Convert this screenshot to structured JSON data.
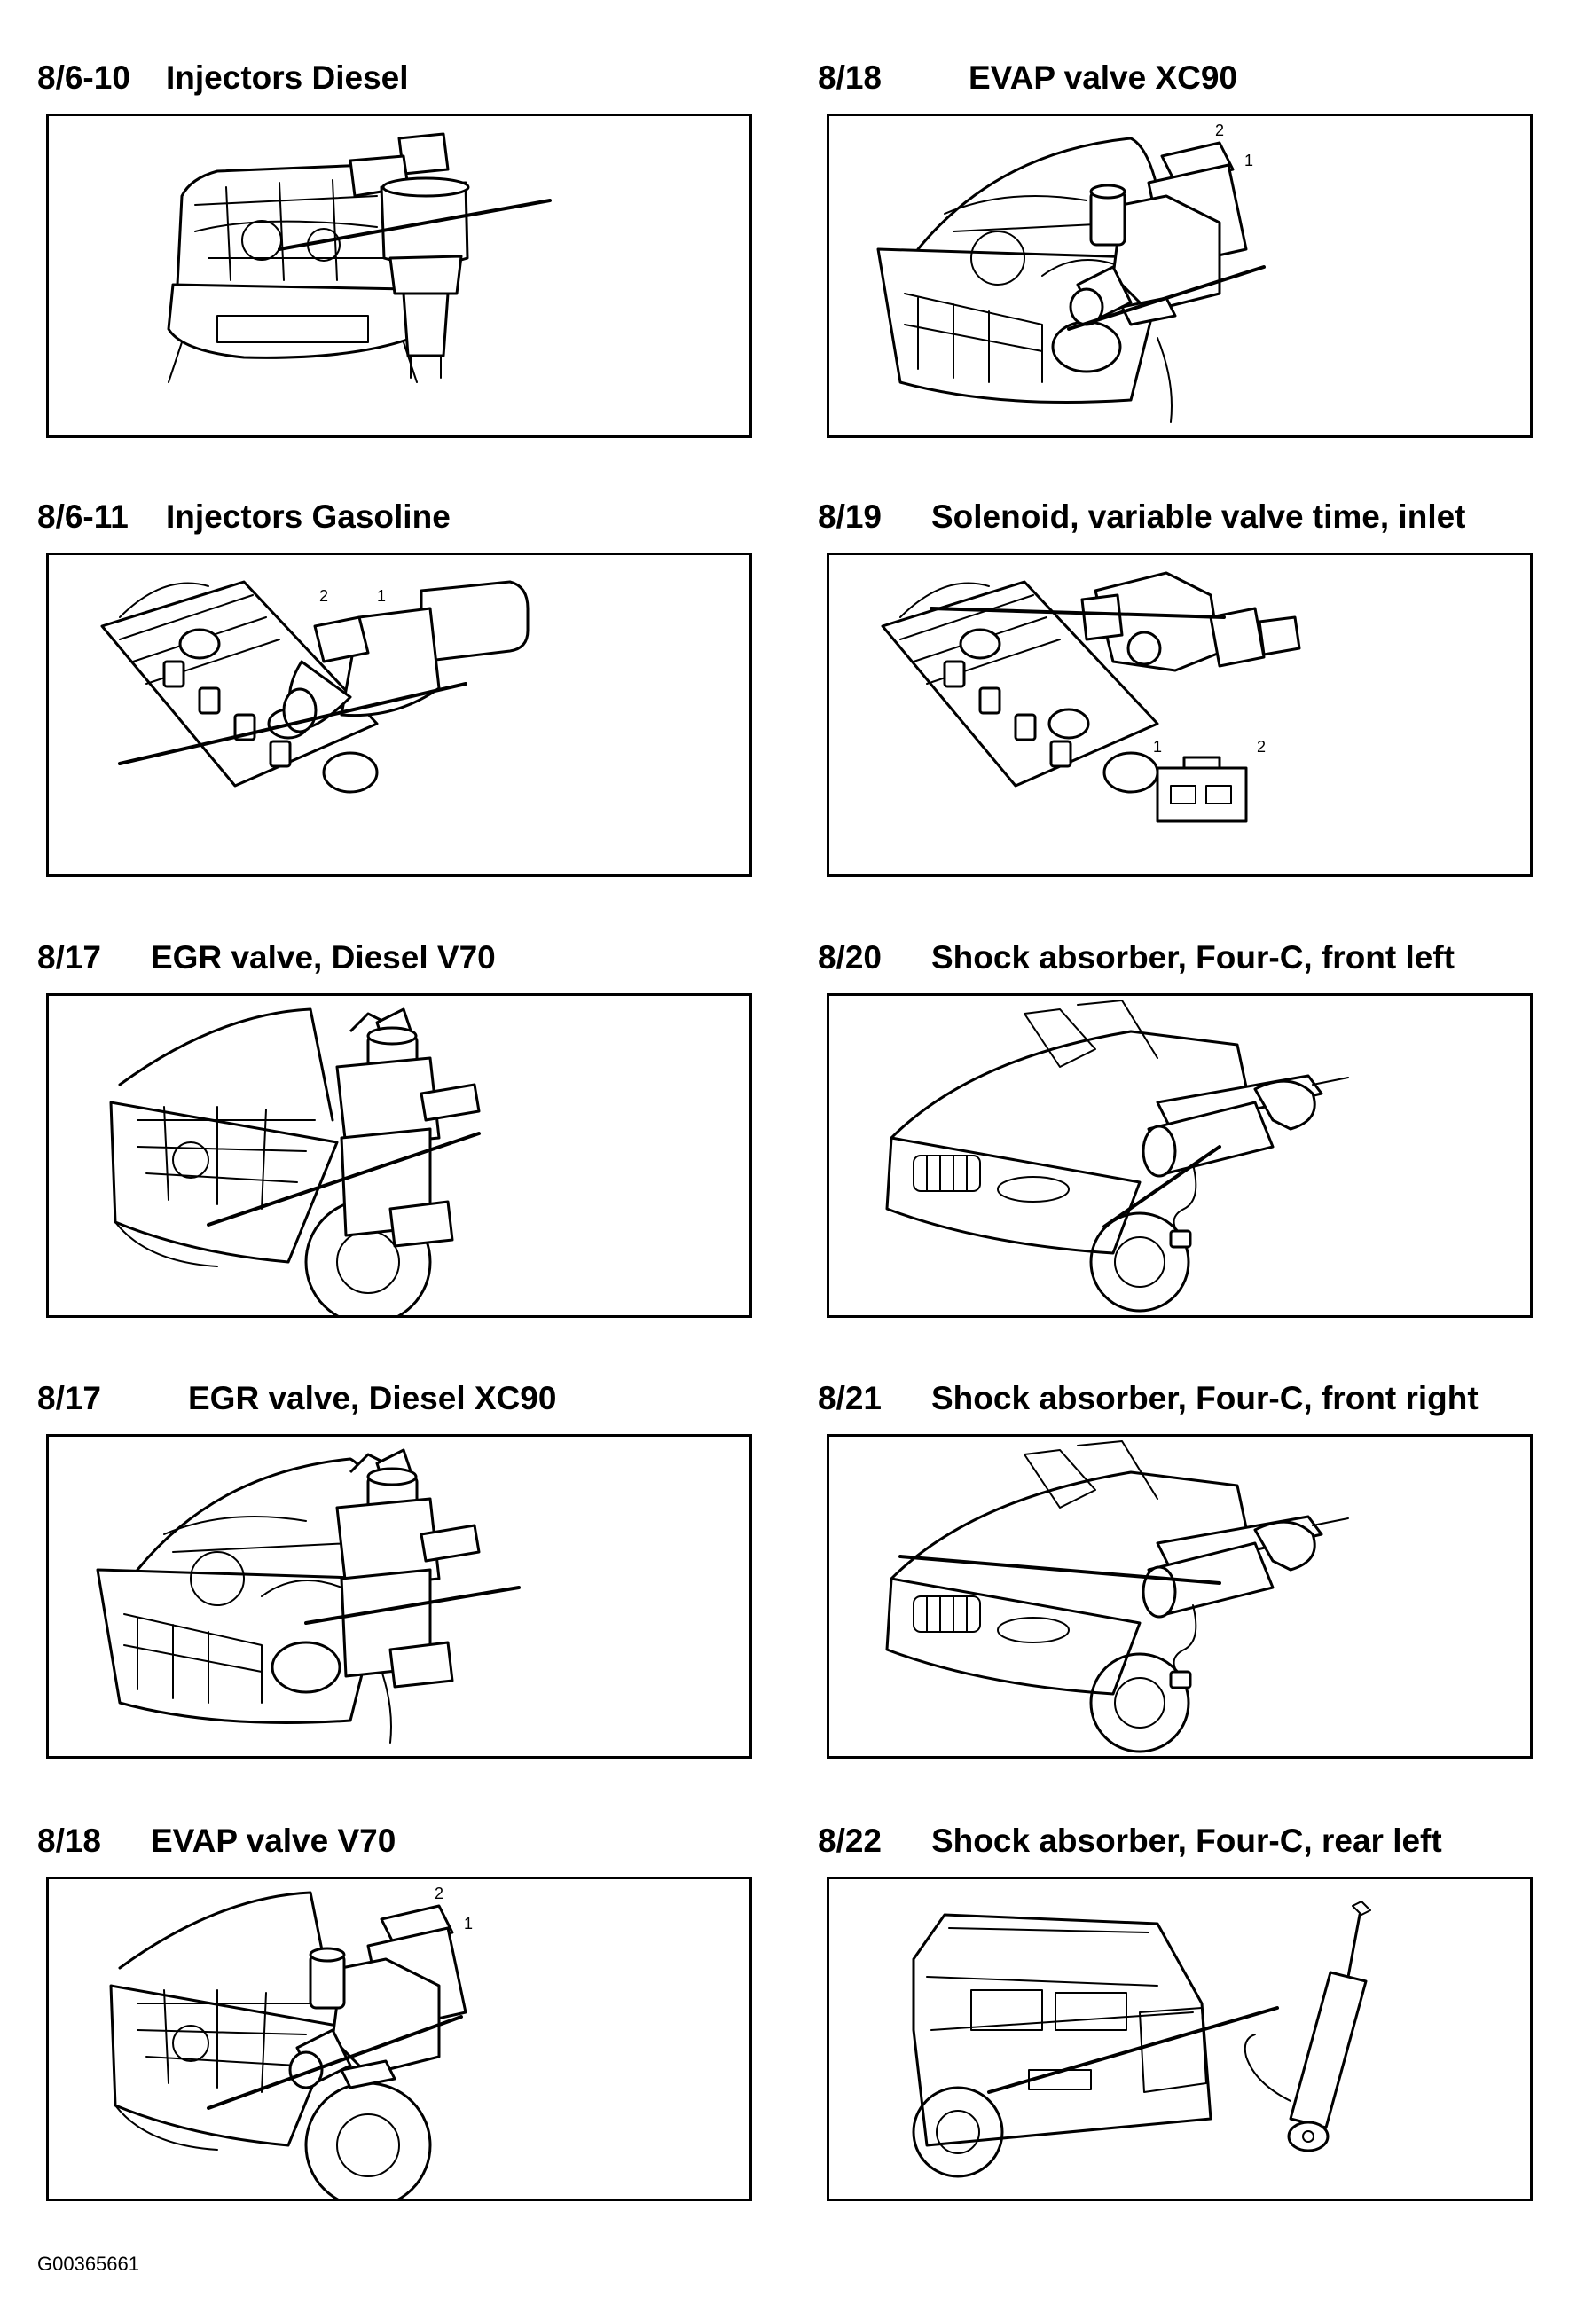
{
  "components": [
    {
      "code": "8/6-10",
      "title": "Injectors Diesel",
      "scene": "engine-front",
      "part": "diesel-injector",
      "pins": []
    },
    {
      "code": "8/18",
      "title": "EVAP valve XC90",
      "scene": "engine-xc90",
      "part": "evap-valve",
      "pins": [
        "2",
        "1"
      ]
    },
    {
      "code": "8/6-11",
      "title": "Injectors Gasoline",
      "scene": "cylinder-head",
      "part": "gasoline-injector",
      "pins": [
        "2",
        "1"
      ]
    },
    {
      "code": "8/19",
      "title": "Solenoid, variable valve time, inlet",
      "scene": "cylinder-head",
      "part": "vvt-solenoid",
      "pins": [
        "1",
        "2"
      ]
    },
    {
      "code": "8/17",
      "title": "EGR valve, Diesel V70",
      "scene": "engine-v70",
      "part": "egr-valve",
      "pins": []
    },
    {
      "code": "8/20",
      "title": "Shock absorber, Four-C, front left",
      "scene": "car-front",
      "part": "front-shock",
      "pins": []
    },
    {
      "code": "8/17",
      "title": "EGR valve, Diesel XC90",
      "scene": "engine-xc90",
      "part": "egr-valve",
      "pins": []
    },
    {
      "code": "8/21",
      "title": "Shock absorber, Four-C, front right",
      "scene": "car-front",
      "part": "front-shock",
      "pins": []
    },
    {
      "code": "8/18",
      "title": "EVAP valve V70",
      "scene": "engine-v70",
      "part": "evap-valve",
      "pins": [
        "2",
        "1"
      ]
    },
    {
      "code": "8/22",
      "title": "Shock absorber, Four-C, rear left",
      "scene": "car-rear",
      "part": "rear-shock",
      "pins": []
    }
  ],
  "figure_code": "G00365661"
}
